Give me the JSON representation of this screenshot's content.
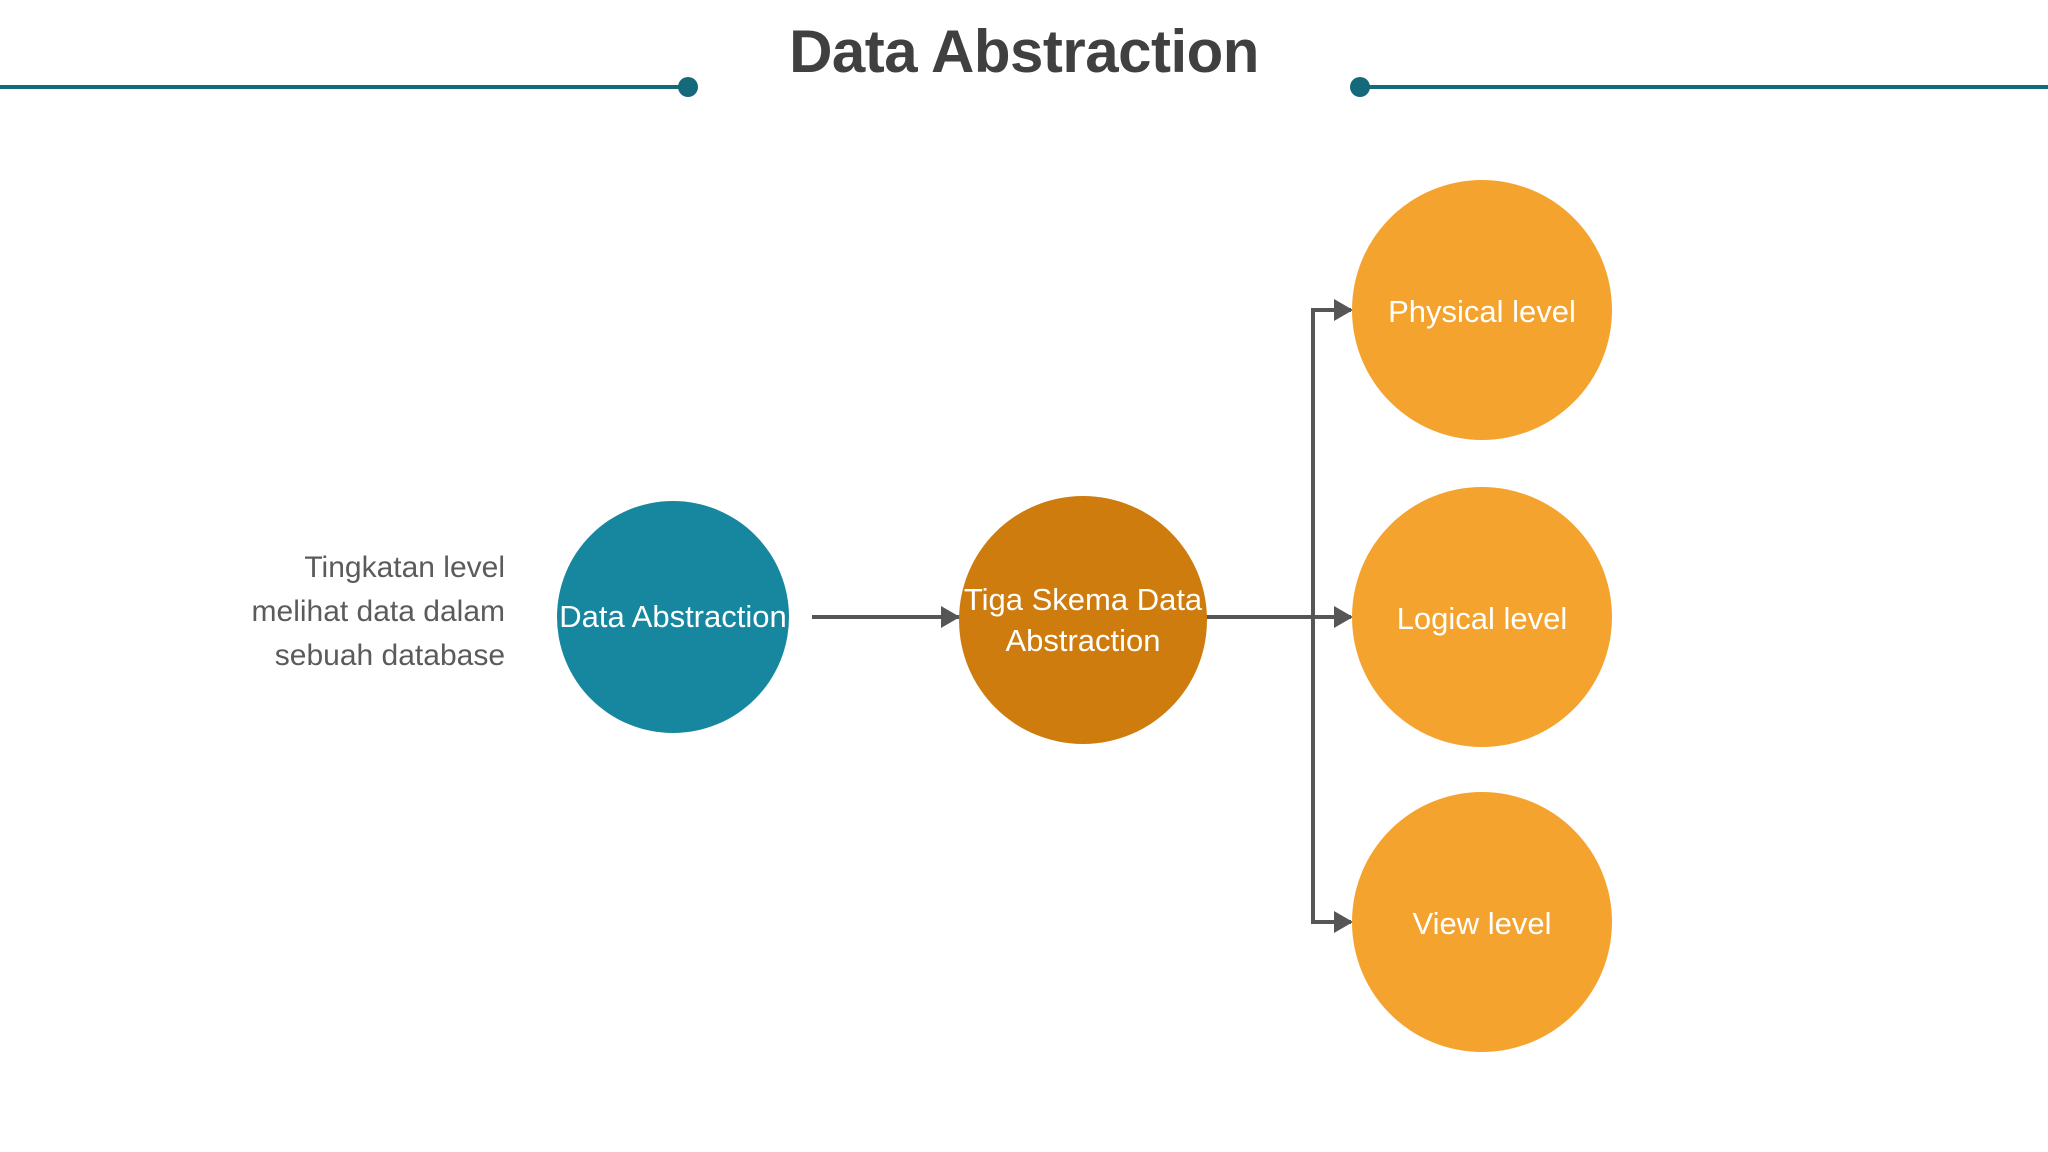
{
  "slide": {
    "title": "Data Abstraction",
    "background_color": "#ffffff"
  },
  "decor": {
    "rule_color": "#14697A",
    "rule_left_name": "header-rule-left",
    "rule_right_name": "header-rule-right"
  },
  "caption": {
    "text": "Tingkatan level melihat data dalam sebuah database",
    "color": "#5b5b5b"
  },
  "diagram": {
    "type": "flow",
    "connector_color": "#565656",
    "nodes": [
      {
        "id": "data-abstraction",
        "label": "Data Abstraction",
        "color": "#1787A0",
        "text_color": "#ffffff",
        "shape": "circle"
      },
      {
        "id": "tiga-skema",
        "label": "Tiga Skema Data Abstraction",
        "color": "#CE7C0E",
        "text_color": "#ffffff",
        "shape": "circle"
      },
      {
        "id": "physical-level",
        "label": "Physical level",
        "color": "#F4A32E",
        "text_color": "#ffffff",
        "shape": "circle"
      },
      {
        "id": "logical-level",
        "label": "Logical level",
        "color": "#F4A32E",
        "text_color": "#ffffff",
        "shape": "circle"
      },
      {
        "id": "view-level",
        "label": "View level",
        "color": "#F4A32E",
        "text_color": "#ffffff",
        "shape": "circle"
      }
    ],
    "edges": [
      {
        "from": "data-abstraction",
        "to": "tiga-skema"
      },
      {
        "from": "tiga-skema",
        "to": "physical-level"
      },
      {
        "from": "tiga-skema",
        "to": "logical-level"
      },
      {
        "from": "tiga-skema",
        "to": "view-level"
      }
    ]
  }
}
